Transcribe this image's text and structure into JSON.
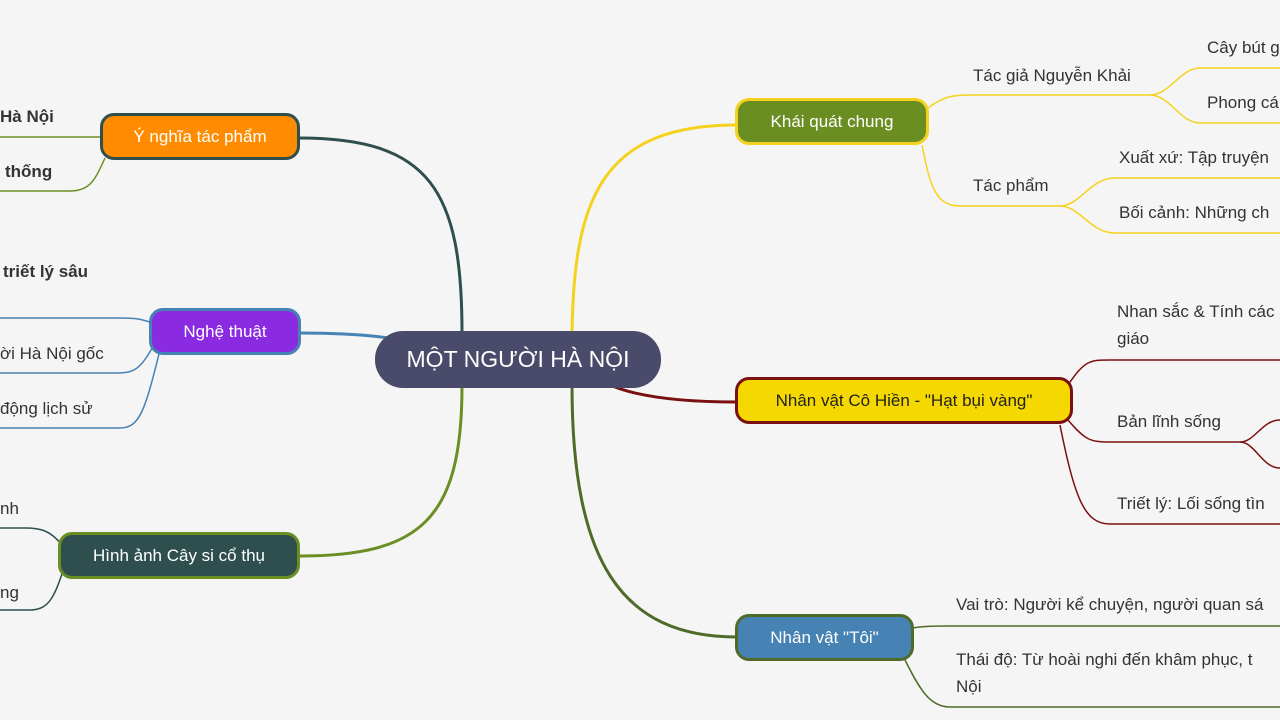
{
  "root": "MỘT NGƯỜI HÀ NỘI",
  "colors": {
    "background": "#f5f5f5",
    "root": "#4a4a6a",
    "khai_quat": "#6b8e23",
    "yellow_line": "#f5d21e",
    "co_hien": "#f5d800",
    "co_hien_line": "#7a1010",
    "toi": "#4682b4",
    "toi_line": "#4f6b2a",
    "y_nghia": "#ff8c00",
    "y_nghia_line": "#2f4f4f",
    "nghe_thuat": "#8a2be2",
    "nghe_thuat_line": "#4682b4",
    "cay_si": "#2f4f4f",
    "cay_si_line": "#6b8e23"
  },
  "right": {
    "khai_quat": {
      "label": "Khái quát chung",
      "tac_gia": {
        "label": "Tác giả Nguyễn Khải",
        "children": [
          "Cây bút g",
          "Phong cá"
        ]
      },
      "tac_pham": {
        "label": "Tác phẩm",
        "children": [
          "Xuất xứ: Tập truyện",
          "Bối cảnh: Những ch"
        ]
      }
    },
    "co_hien": {
      "label": "Nhân vật Cô Hiền - \"Hạt bụi vàng\"",
      "nhan_sac_line1": "Nhan sắc & Tính các",
      "nhan_sac_line2": "giáo",
      "ban_linh": "Bản lĩnh sống",
      "triet_ly": "Triết lý: Lối sống tìn"
    },
    "toi": {
      "label": "Nhân vật \"Tôi\"",
      "vai_tro": "Vai trò: Người kể chuyện, người quan sá",
      "thai_do_line1": "Thái độ: Từ hoài nghi đến khâm phục, t",
      "thai_do_line2": "Nội"
    }
  },
  "left": {
    "y_nghia": {
      "label": "Ý nghĩa tác phẩm",
      "children": [
        "Hà Nội",
        "thống"
      ]
    },
    "nghe_thuat": {
      "label": "Nghệ thuật",
      "top": "triết lý sâu",
      "children": [
        "ời Hà Nội gốc",
        "động lịch sử"
      ]
    },
    "cay_si": {
      "label": "Hình ảnh Cây si cổ thụ",
      "children": [
        "nh",
        "ng"
      ]
    }
  }
}
